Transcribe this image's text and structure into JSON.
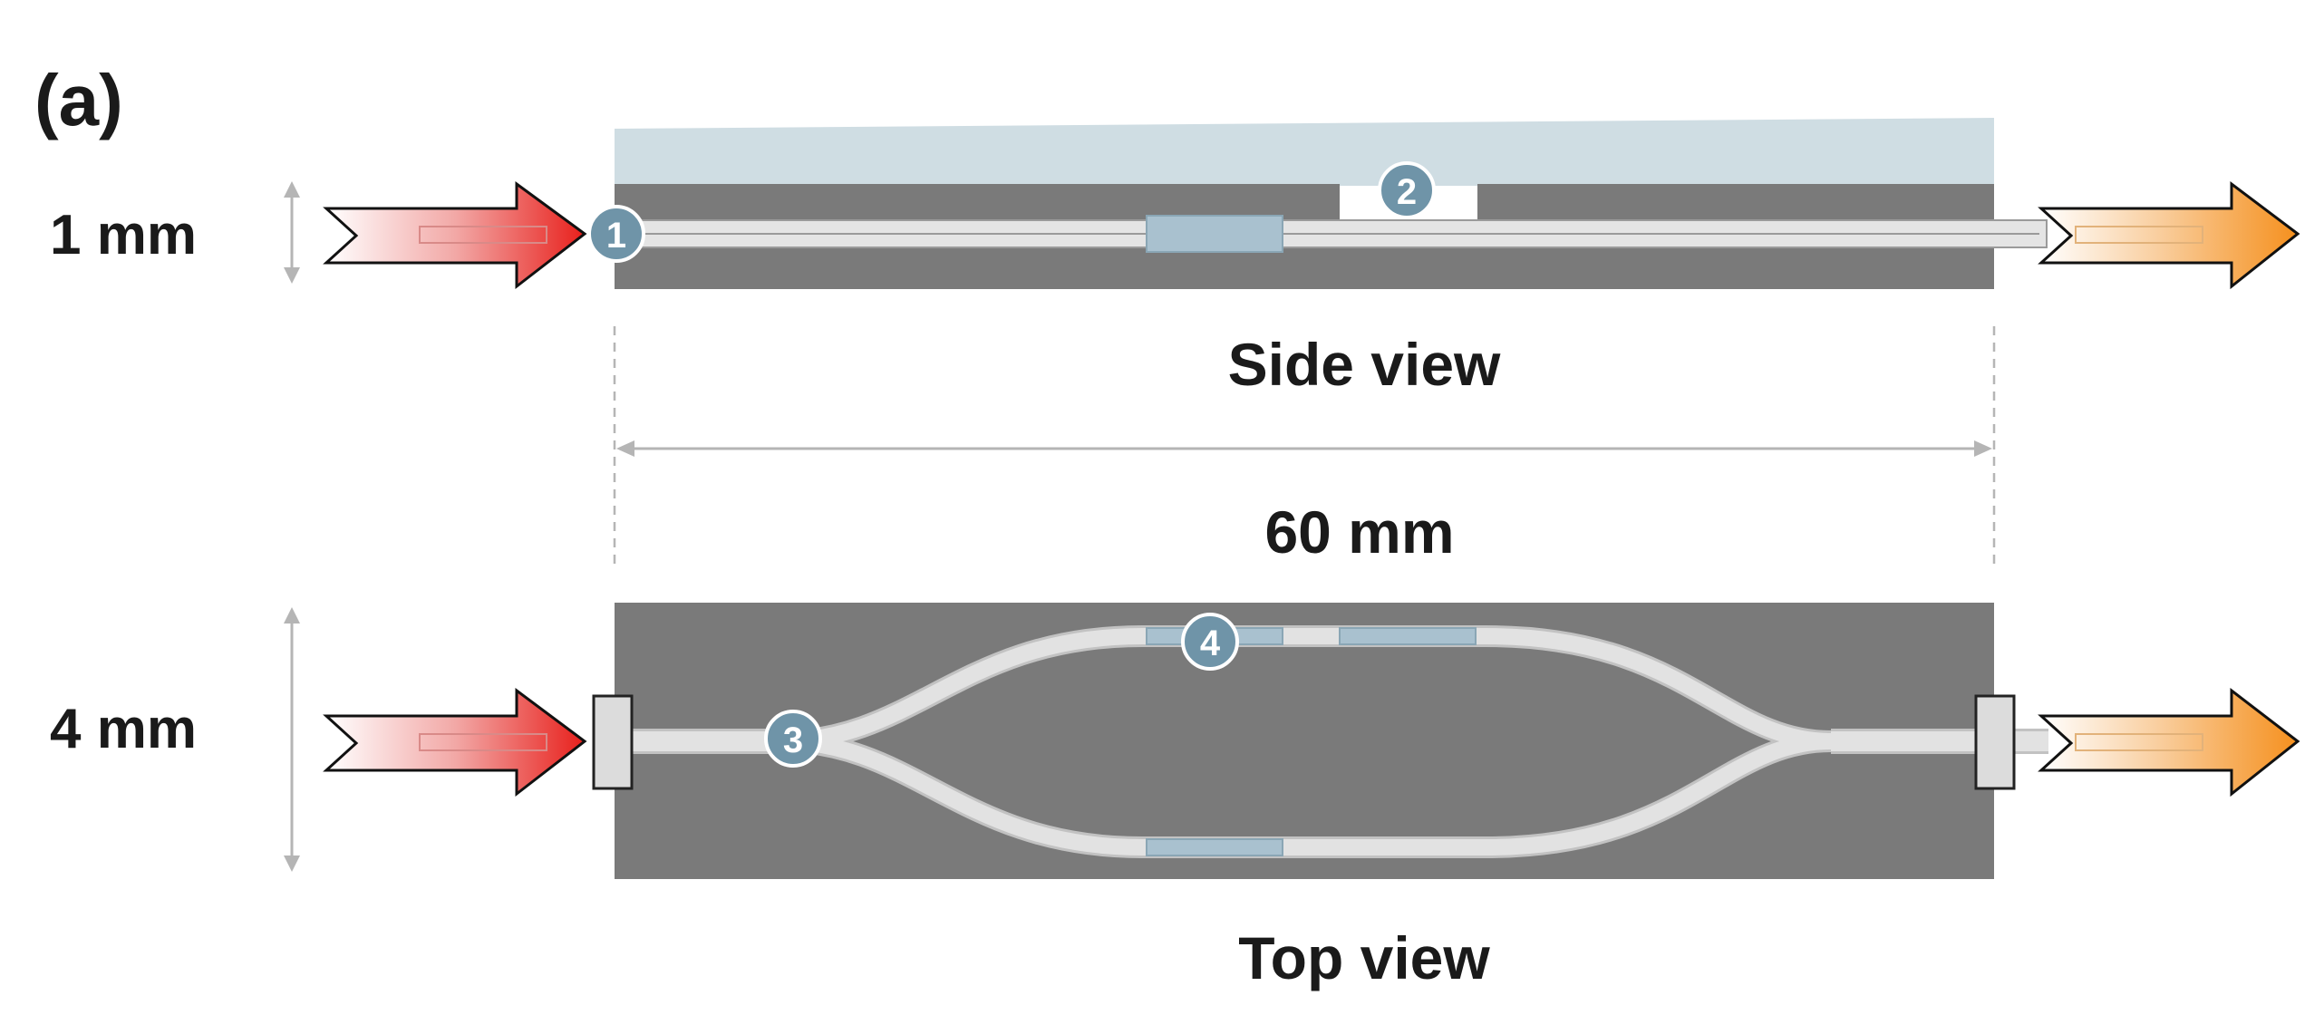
{
  "panel_label": "(a)",
  "side_view": {
    "caption": "Side view",
    "height_label": "1 mm"
  },
  "length_label": "60 mm",
  "top_view": {
    "caption": "Top view",
    "height_label": "4 mm"
  },
  "markers": [
    "1",
    "2",
    "3",
    "4"
  ],
  "colors": {
    "substrate": "#7a7a7a",
    "cover": "#cfdde3",
    "waveguide": "#dedede",
    "window": "#a9c1cf",
    "marker": "#6f94a8",
    "input_arrow": "#e8201c",
    "output_arrow": "#f5901e"
  }
}
